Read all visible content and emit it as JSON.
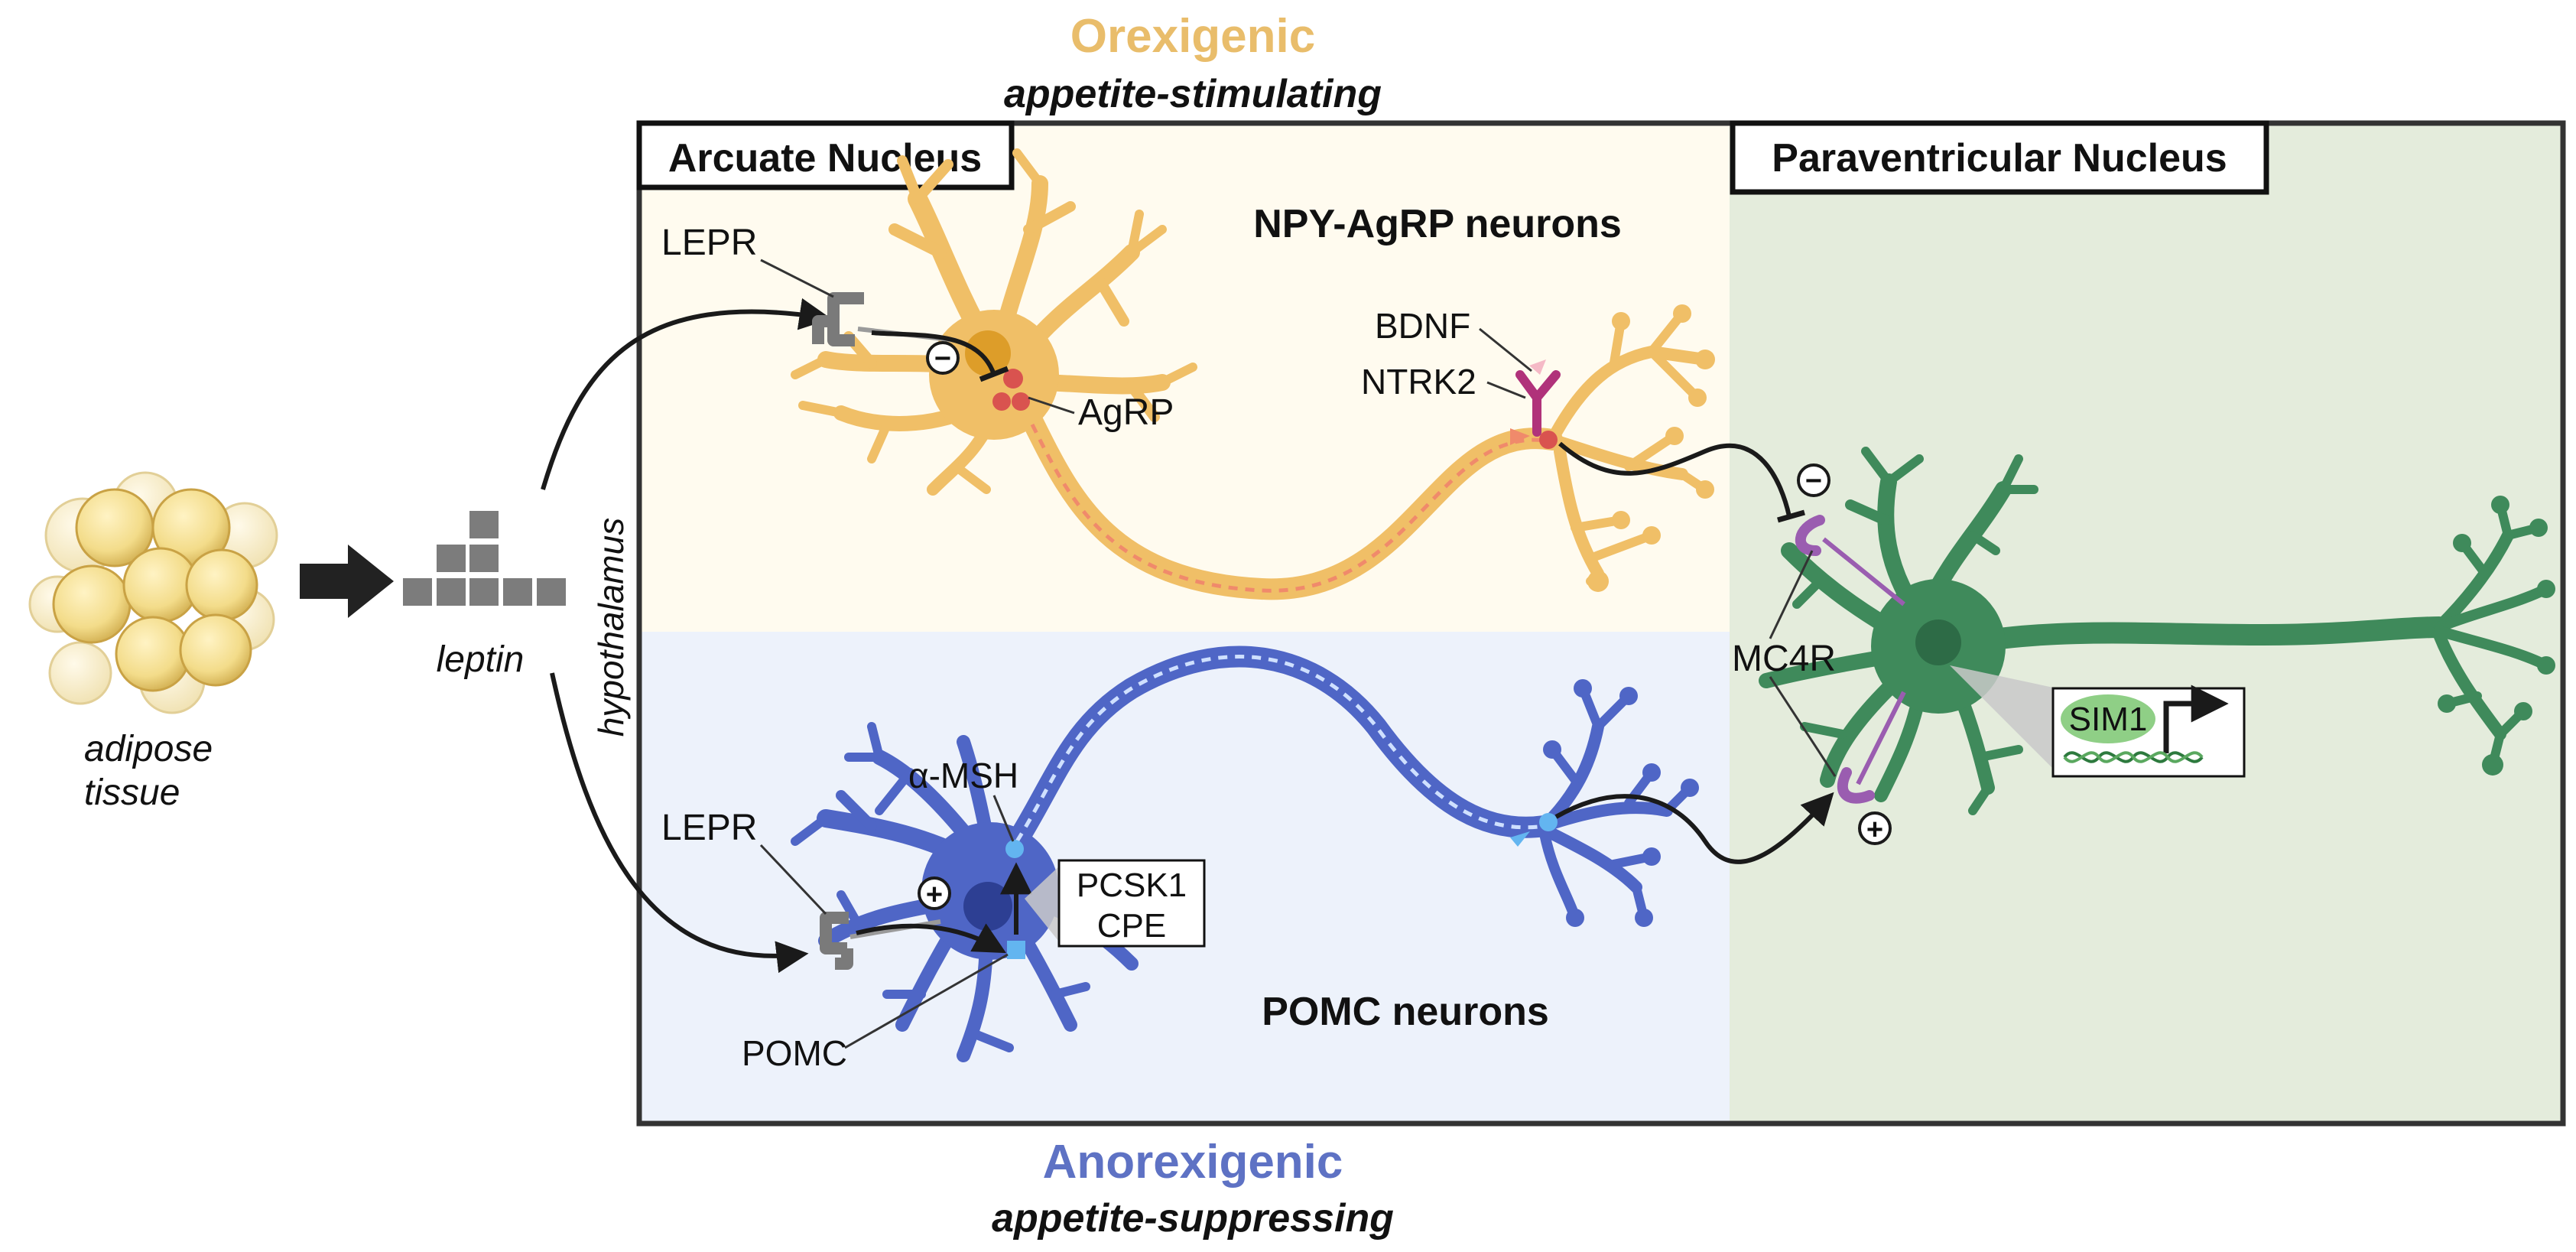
{
  "header": {
    "title": "Orexigenic",
    "subtitle": "appetite-stimulating",
    "title_color": "#e9bd6b"
  },
  "footer": {
    "title": "Anorexigenic",
    "subtitle": "appetite-suppressing",
    "title_color": "#5e72c4"
  },
  "regions": {
    "arcuate": "Arcuate Nucleus",
    "paraventricular": "Paraventricular Nucleus",
    "hypothalamus": "hypothalamus"
  },
  "source": {
    "tissue_line1": "adipose",
    "tissue_line2": "tissue",
    "hormone": "leptin"
  },
  "neurons": {
    "agrp_group": "NPY-AgRP neurons",
    "pomc_group": "POMC neurons"
  },
  "molecules": {
    "lepr_top": "LEPR",
    "lepr_bottom": "LEPR",
    "agrp": "AgRP",
    "bdnf": "BDNF",
    "ntrk2": "NTRK2",
    "mc4r": "MC4R",
    "alpha_msh": "α-MSH",
    "pomc": "POMC",
    "pcsk1": "PCSK1",
    "cpe": "CPE",
    "sim1": "SIM1"
  },
  "signs": {
    "inhibit_agrp": "−",
    "activate_pomc": "+",
    "inhibit_mc4r": "−",
    "activate_mc4r": "+"
  },
  "colors": {
    "agrp_neuron": "#f0bf67",
    "pomc_neuron": "#4f66c6",
    "pvn_neuron": "#3f8a5b",
    "top_panel": "#fffbef",
    "bottom_panel": "#edf2fb",
    "pvn_panel": "#e4ecdc",
    "receptor": "#7a7a7a",
    "mc4r": "#9a5db0",
    "agrp_dots": "#d9534f"
  }
}
